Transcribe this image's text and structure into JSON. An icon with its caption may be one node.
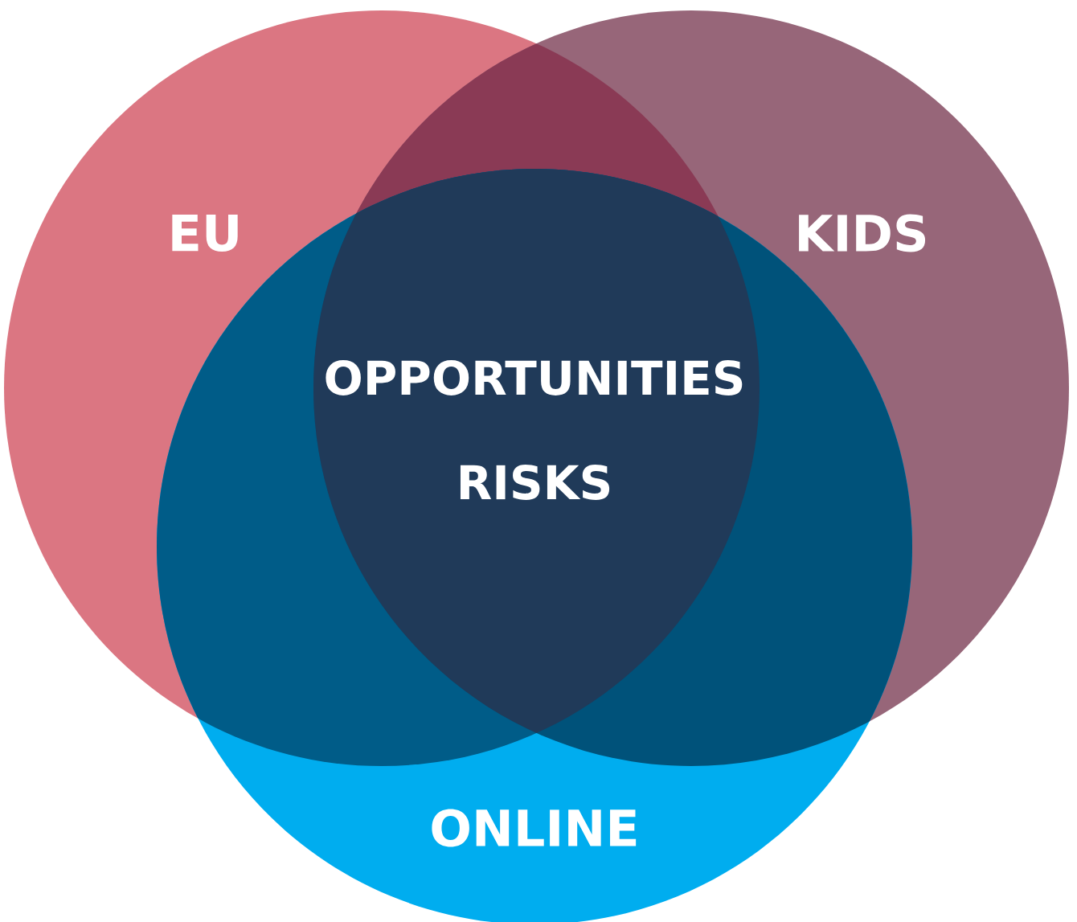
{
  "diagram": {
    "nodes": [
      {
        "text": [
          "EU"
        ]
      },
      {
        "text": [
          "KIDS"
        ]
      },
      {
        "text": [
          "ONLINE"
        ]
      }
    ],
    "labels": [
      "OPPORTUNITIES",
      "RISKS"
    ]
  }
}
